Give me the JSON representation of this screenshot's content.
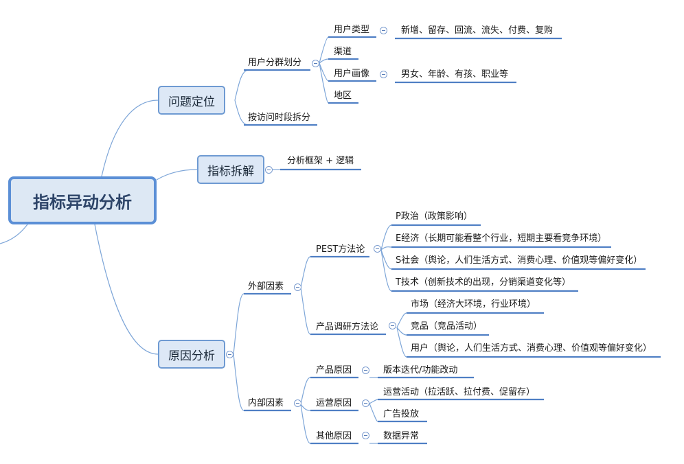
{
  "root": "指标异动分析",
  "branches": {
    "problem": {
      "label": "问题定位",
      "user_segment": {
        "label": "用户分群划分",
        "user_type": {
          "label": "用户类型",
          "detail": "新增、留存、回流、流失、付费、复购"
        },
        "channel": "渠道",
        "user_profile": {
          "label": "用户画像",
          "detail": "男女、年龄、有孩、职业等"
        },
        "region": "地区"
      },
      "time_split": "按访问时段拆分"
    },
    "breakdown": {
      "label": "指标拆解",
      "item": "分析框架 + 逻辑"
    },
    "cause": {
      "label": "原因分析",
      "external": {
        "label": "外部因素",
        "pest": {
          "label": "PEST方法论",
          "items": [
            "P政治（政策影响）",
            "E经济（长期可能看整个行业，短期主要看竞争环境）",
            "S社会（舆论，人们生活方式、消费心理、价值观等偏好变化）",
            "T技术（创新技术的出现，分销渠道变化等）"
          ]
        },
        "research": {
          "label": "产品调研方法论",
          "items": [
            "市场（经济大环境，行业环境）",
            "竞品（竞品活动）",
            "用户（舆论，人们生活方式、消费心理、价值观等偏好变化）"
          ]
        }
      },
      "internal": {
        "label": "内部因素",
        "product": {
          "label": "产品原因",
          "items": [
            "版本迭代/功能改动"
          ]
        },
        "operation": {
          "label": "运营原因",
          "items": [
            "运营活动（拉活跃、拉付费、促留存）",
            "广告投放"
          ]
        },
        "other": {
          "label": "其他原因",
          "items": [
            "数据异常"
          ]
        }
      }
    }
  },
  "colors": {
    "connector": "#7ea6d8",
    "underline": "#4f7fc4",
    "node_fill": "#dde8f6",
    "node_border": "#6e9ad2",
    "root_border": "#5b8fd6",
    "root_text": "#2d4468"
  }
}
